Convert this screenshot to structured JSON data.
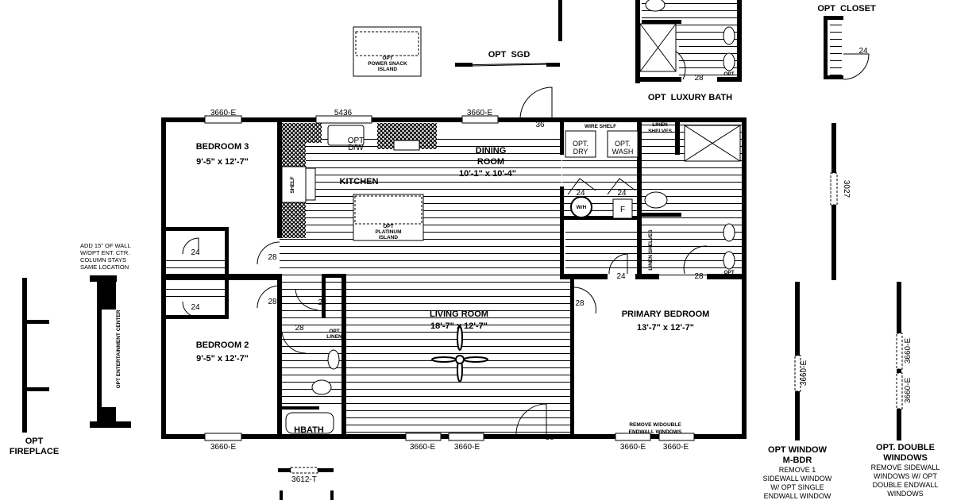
{
  "rooms": {
    "bedroom3": {
      "name": "BEDROOM 3",
      "size": "9'-5\" x 12'-7\""
    },
    "bedroom2": {
      "name": "BEDROOM 2",
      "size": "9'-5\" x 12'-7\""
    },
    "kitchen": {
      "name": "KITCHEN"
    },
    "dining": {
      "name_line1": "DINING",
      "name_line2": "ROOM",
      "size": "10'-1\" x 10'-4\""
    },
    "living": {
      "name": "LIVING ROOM",
      "size": "18'-7\" x 12'-7\""
    },
    "primary": {
      "name": "PRIMARY BEDROOM",
      "size": "13'-7\" x 12'-7\""
    },
    "hbath": {
      "name": "HBATH"
    }
  },
  "fixtures": {
    "shelf": "SHELF",
    "opt_dw_1": "OPT",
    "opt_dw_2": "D/W",
    "platinum_island": [
      "OPT",
      "PLATINUM",
      "ISLAND"
    ],
    "wire_shelf": "WIRE SHELF",
    "opt_dry": [
      "OPT.",
      "DRY"
    ],
    "opt_wash": [
      "OPT.",
      "WASH"
    ],
    "linen_shelves_top": [
      "LINEN",
      "SHELVES"
    ],
    "linen_shelves_side": "LINEN SHELVES",
    "water_heater": "W/H",
    "furnace": "F",
    "opt_sink": "OPT",
    "opt_linen": [
      "OPT",
      "LINEN"
    ],
    "remove_note": [
      "REMOVE W/DOUBLE",
      "ENDWALL WINDOWS"
    ]
  },
  "windows": {
    "top_left": "3660-E",
    "top_kitchen": "5436",
    "top_dining": "3660-E",
    "bottom_bed2": "3660-E",
    "bottom_living_1": "3660-E",
    "bottom_living_2": "3660-E",
    "bottom_primary_1": "3660-E",
    "bottom_primary_2": "3660-E",
    "front_transom": "3612-T",
    "opt_side": "3027",
    "opt_window_mbdr": "3660-E",
    "opt_double_1": "3660-E",
    "opt_double_2": "3660-E"
  },
  "doors": {
    "front": "36",
    "rear": "38",
    "bed3_closet": "24",
    "bed2_closet": "24",
    "bed3_door": "28",
    "bed2_door": "28",
    "hall_linen": "24",
    "hbath_door": "28",
    "wh_closet": "24",
    "f_closet": "24",
    "primary_closet": "24",
    "primary_bath": "28",
    "primary_door": "28",
    "lux_bath": "28",
    "opt_closet": "24"
  },
  "options": {
    "power_snack": [
      "OPT",
      "POWER SNACK",
      "ISLAND"
    ],
    "sgd": "OPT  SGD",
    "luxury_bath": "OPT  LUXURY BATH",
    "closet": "OPT  CLOSET",
    "lux_opt": "OPT",
    "fireplace": [
      "OPT",
      "FIREPLACE"
    ],
    "ent_note": [
      "ADD 15\" OF WALL",
      "W/OPT ENT. CTR.",
      "COLUMN STAYS",
      "SAME LOCATION"
    ],
    "ent_center": "OPT ENTERTAINMENT CENTER",
    "opt_window_title": [
      "OPT WINDOW",
      "M-BDR"
    ],
    "opt_window_desc": [
      "REMOVE 1",
      "SIDEWALL WINDOW",
      "W/ OPT SINGLE",
      "ENDWALL WINDOW"
    ],
    "opt_double_title": [
      "OPT. DOUBLE",
      "WINDOWS"
    ],
    "opt_double_desc": [
      "REMOVE SIDEWALL",
      "WINDOWS W/ OPT",
      "DOUBLE ENDWALL",
      "WINDOWS"
    ]
  }
}
